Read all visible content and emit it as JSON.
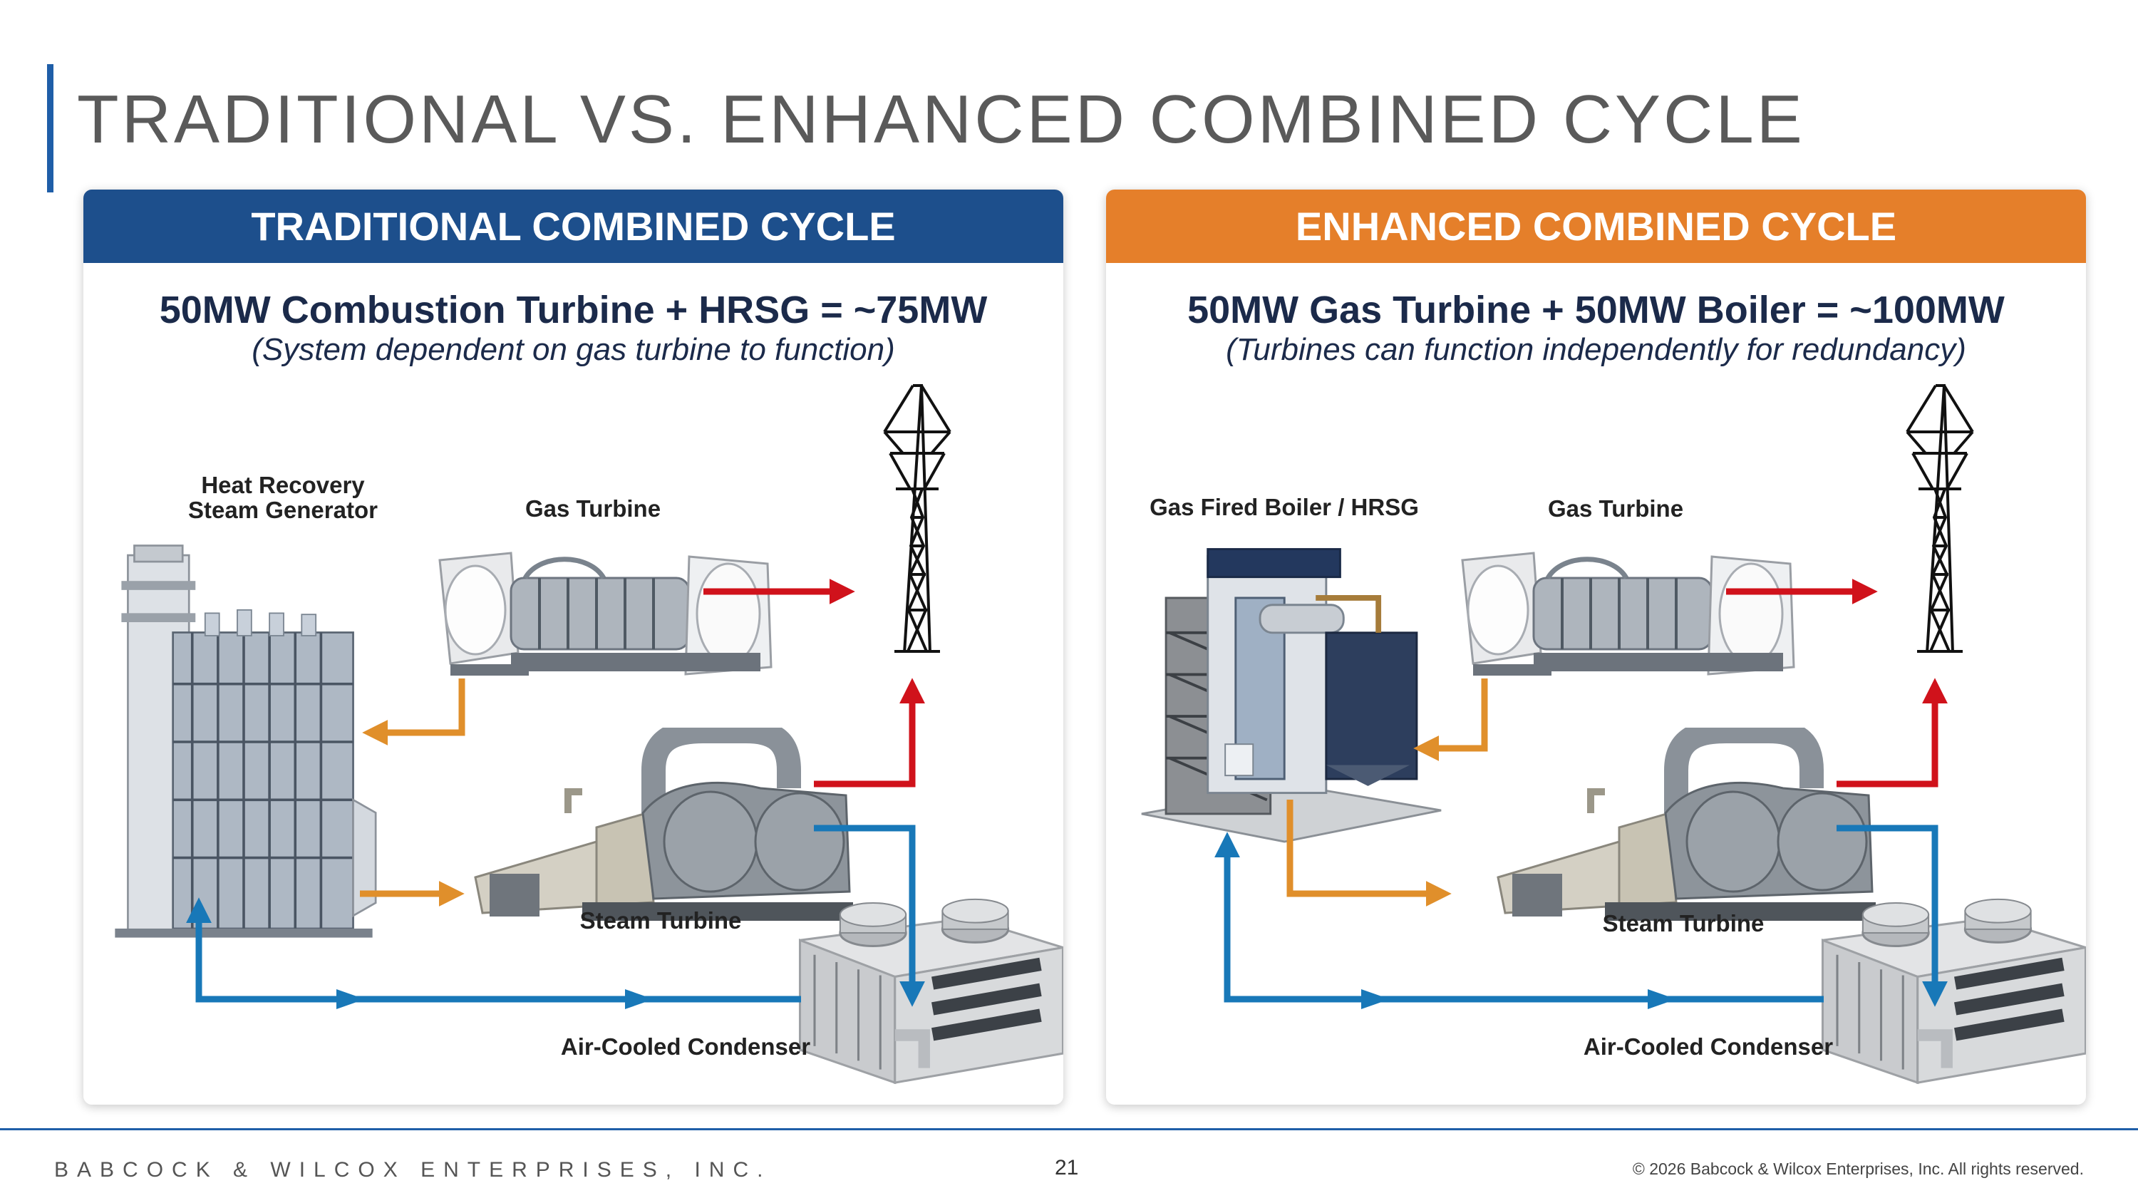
{
  "slide": {
    "title": "TRADITIONAL VS. ENHANCED COMBINED CYCLE"
  },
  "colors": {
    "blue_header": "#1d4f8c",
    "orange_header": "#e57f2a",
    "electric_arrow": "#d0121b",
    "steam_arrow": "#e08f2b",
    "water_arrow": "#1878b8",
    "accent": "#1f5ea8"
  },
  "left_panel": {
    "header": "TRADITIONAL COMBINED CYCLE",
    "formula": "50MW Combustion Turbine + HRSG = ~75MW",
    "note": "(System dependent on gas turbine to function)",
    "labels": {
      "hrsg": "Heat Recovery\nSteam Generator",
      "gas_turbine": "Gas Turbine",
      "steam_turbine": "Steam Turbine",
      "condenser": "Air-Cooled Condenser"
    }
  },
  "right_panel": {
    "header": "ENHANCED COMBINED CYCLE",
    "formula": "50MW Gas Turbine + 50MW Boiler = ~100MW",
    "note": "(Turbines can function independently for redundancy)",
    "labels": {
      "boiler": "Gas Fired Boiler / HRSG",
      "gas_turbine": "Gas Turbine",
      "steam_turbine": "Steam Turbine",
      "condenser": "Air-Cooled Condenser"
    }
  },
  "footer": {
    "company": "BABCOCK & WILCOX ENTERPRISES, INC.",
    "page_number": "21",
    "copyright": "© 2026 Babcock & Wilcox Enterprises, Inc. All rights reserved."
  }
}
